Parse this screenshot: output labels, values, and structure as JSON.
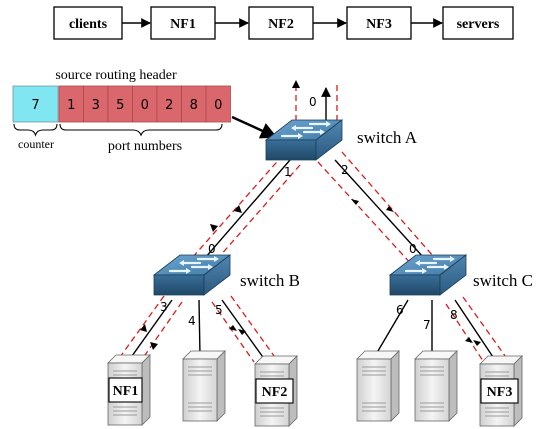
{
  "chain": {
    "items": [
      "clients",
      "NF1",
      "NF2",
      "NF3",
      "servers"
    ]
  },
  "header": {
    "title": "source routing header",
    "counter_value": "7",
    "ports": [
      "1",
      "3",
      "5",
      "0",
      "2",
      "8",
      "0"
    ],
    "counter_label": "counter",
    "ports_label": "port numbers"
  },
  "switches": {
    "a": "switch A",
    "b": "switch B",
    "c": "switch C"
  },
  "ports": {
    "a_top": "0",
    "a_left": "1",
    "a_right": "2",
    "b_top": "0",
    "b_p3": "3",
    "b_p4": "4",
    "b_p5": "5",
    "c_top": "0",
    "c_p6": "6",
    "c_p7": "7",
    "c_p8": "8"
  },
  "servers": {
    "nf1": "NF1",
    "nf2": "NF2",
    "nf3": "NF3"
  },
  "colors": {
    "counter_fill": "#7fe6f2",
    "port_fill": "#d9676c",
    "switch_top": "#5b95c0",
    "switch_side": "#2f5f85",
    "path": "#d81e1e",
    "server_body": "#e9e9e9"
  }
}
